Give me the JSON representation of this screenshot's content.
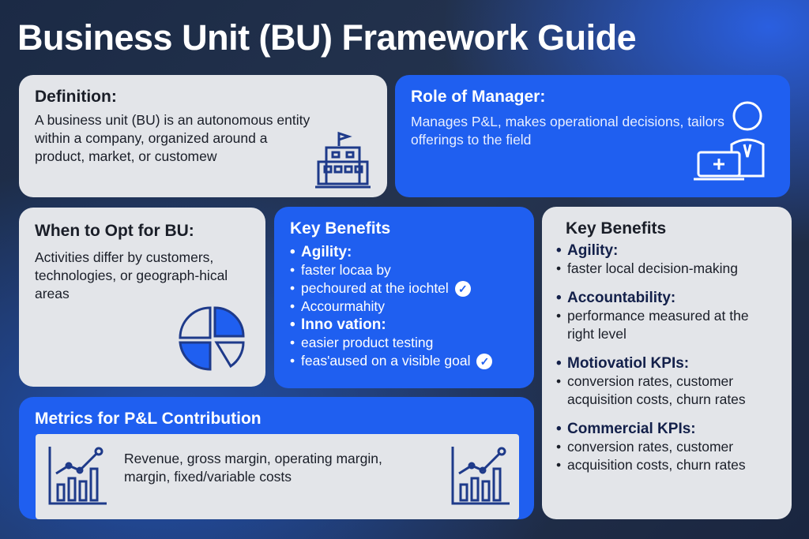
{
  "title": "Business Unit (BU) Framework Guide",
  "definition": {
    "heading": "Definition:",
    "text": "A business unit (BU) is an autonomous entity within a company, organized around a product, market, or customew",
    "icon": "building-icon"
  },
  "role": {
    "heading": "Role of Manager:",
    "text": "Manages P&L, makes operational decisions, tailors offerings to the field",
    "icon": "manager-laptop-icon"
  },
  "when": {
    "heading": "When to Opt for BU:",
    "text": "Activities differ by customers, technologies, or geograph-hical areas",
    "icon": "pie-chart-icon"
  },
  "benefits_blue": {
    "heading": "Key Benefits",
    "items": [
      "Agility:",
      "faster locaa by",
      "pechoured at the iochtel",
      "Accourmahity",
      "Inno vation:",
      "easier product testing",
      "feas'aused on a visible goal"
    ]
  },
  "benefits_gray": {
    "heading": "Key Benefits",
    "items": [
      "Agility:",
      "faster local decision-making",
      "Accountability:",
      "performance measured at the right level",
      "Motiovatiol KPIs:",
      "conversion rates, customer acquisition costs, churn rates",
      "Commercial KPIs:",
      "conversion rates, customer",
      "acquisition costs, churn rates"
    ]
  },
  "metrics": {
    "heading": "Metrics for P&L Contribution",
    "text": "Revenue, gross margin, operating margin, margin, fixed/variable costs",
    "icon": "growth-chart-icon"
  }
}
